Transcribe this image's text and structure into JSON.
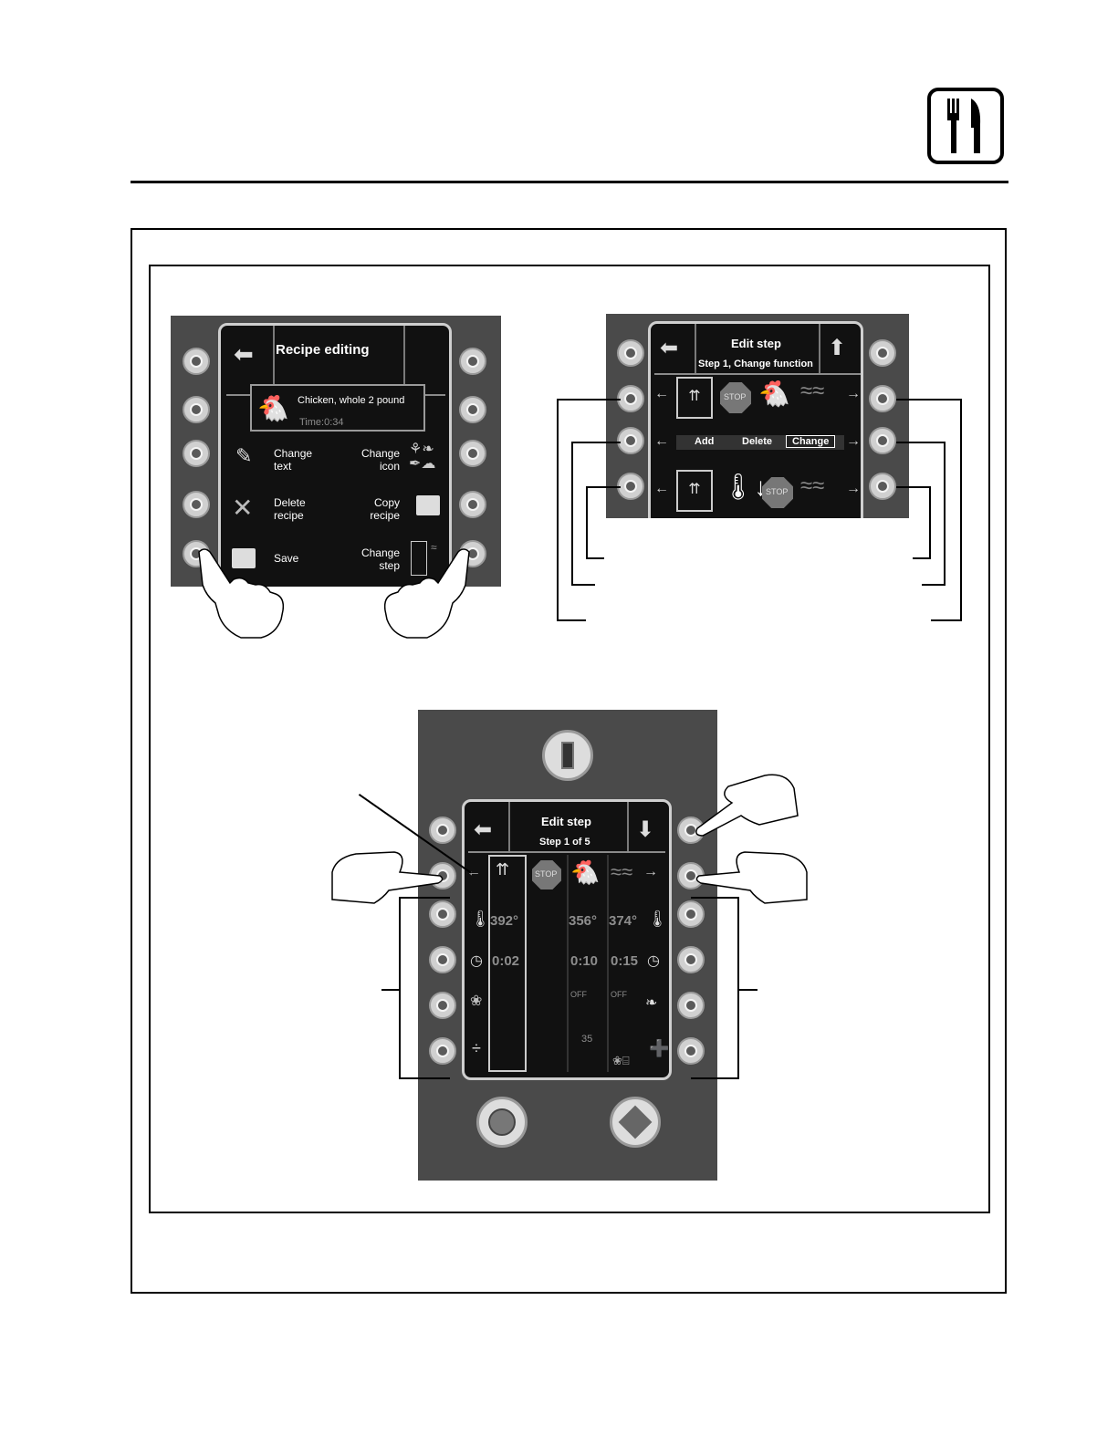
{
  "screen_recipe": {
    "title": "Recipe editing",
    "recipe_name": "Chicken, whole 2 pound",
    "recipe_time": "Time:0:34",
    "change_text": [
      "Change",
      "text"
    ],
    "change_icon": [
      "Change",
      "icon"
    ],
    "delete_recipe": [
      "Delete",
      "recipe"
    ],
    "copy_recipe": [
      "Copy",
      "recipe"
    ],
    "save": "Save",
    "change_step": [
      "Change",
      "step"
    ]
  },
  "screen_step_function": {
    "title": "Edit step",
    "subtitle": "Step 1, Change function",
    "stop_label": "STOP",
    "actions": [
      "Add",
      "Delete",
      "Change"
    ]
  },
  "screen_step_values": {
    "title": "Edit step",
    "subtitle": "Step  1 of  5",
    "stop_label": "STOP",
    "temps": [
      "392°",
      "356°",
      "374°"
    ],
    "times": [
      "0:02",
      "0:10",
      "0:15"
    ],
    "off_labels": [
      "OFF",
      "OFF"
    ],
    "number": "35"
  },
  "colors": {
    "panel": "#4a4a4a",
    "screen": "#111111",
    "grey_text": "#8d8d8d"
  }
}
